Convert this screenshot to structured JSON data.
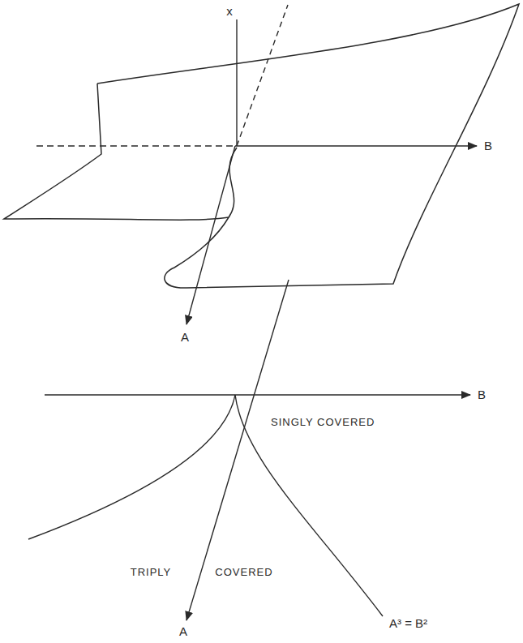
{
  "diagram": {
    "labels": [
      "x",
      "B",
      "A",
      "B",
      "SINGLY COVERED",
      "TRIPLY",
      "COVERED",
      "A",
      "A³ = B²"
    ]
  }
}
